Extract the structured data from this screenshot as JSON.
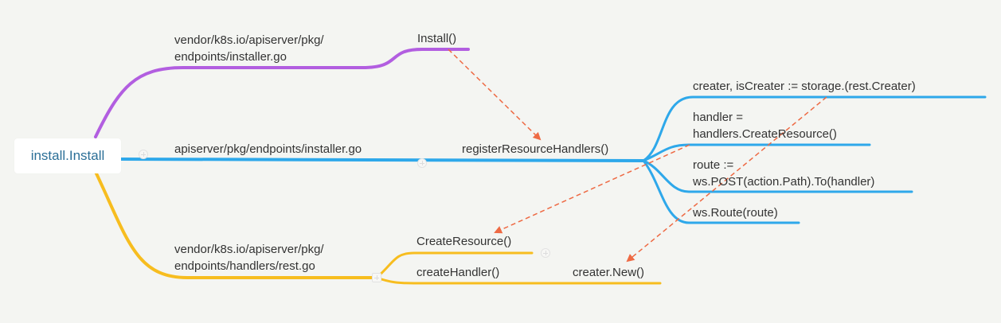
{
  "colors": {
    "purple": "#b25ee0",
    "blue": "#2ea8ea",
    "yellow": "#f7bd1f",
    "arrow": "#ee6a44",
    "root_text": "#2b6f97"
  },
  "root": {
    "label": "install.Install"
  },
  "branches": {
    "purple": {
      "file": [
        "vendor/k8s.io/apiserver/pkg/",
        "endpoints/installer.go"
      ],
      "func": "Install()"
    },
    "blue": {
      "file": "apiserver/pkg/endpoints/installer.go",
      "func": "registerResourceHandlers()",
      "children": [
        [
          "creater, isCreater := storage.(rest.Creater)"
        ],
        [
          "handler =",
          "handlers.CreateResource()"
        ],
        [
          "route :=",
          "ws.POST(action.Path).To(handler)"
        ],
        [
          "ws.Route(route)"
        ]
      ]
    },
    "yellow": {
      "file": [
        "vendor/k8s.io/apiserver/pkg/",
        "endpoints/handlers/rest.go"
      ],
      "funcs": [
        "CreateResource()",
        "createHandler()"
      ],
      "sub": "creater.New()"
    }
  },
  "expand_icon": "plus-circle-icon"
}
